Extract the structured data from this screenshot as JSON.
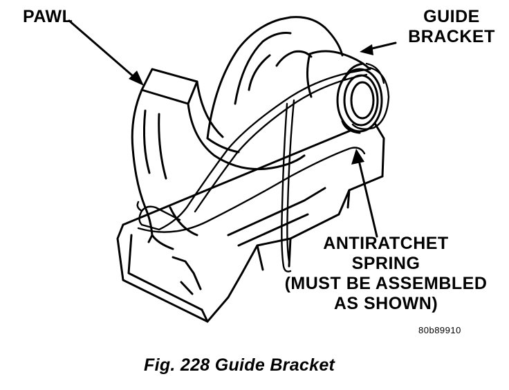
{
  "labels": {
    "pawl": "PAWL",
    "guide_bracket": [
      "GUIDE",
      "BRACKET"
    ],
    "antiratchet_spring": [
      "ANTIRATCHET",
      "SPRING",
      "(MUST BE ASSEMBLED",
      "AS SHOWN)"
    ]
  },
  "figure_code": "80b89910",
  "caption": "Fig. 228 Guide Bracket",
  "colors": {
    "ink": "#000000",
    "paper": "#ffffff"
  }
}
